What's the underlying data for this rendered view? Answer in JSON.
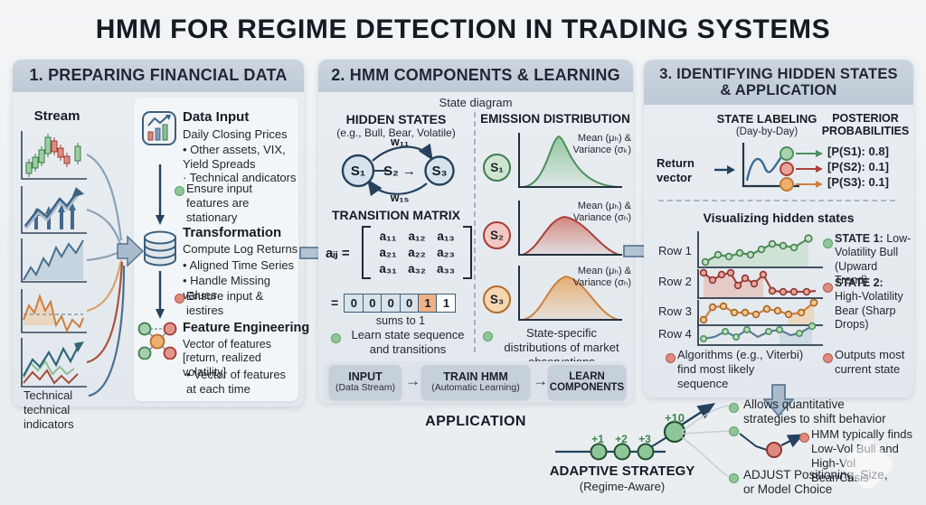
{
  "title": "HMM FOR REGIME DETECTION IN TRADING SYSTEMS",
  "colors": {
    "green": "#4c8f5c",
    "red": "#a8423a",
    "orange": "#cc8040",
    "navy": "#24425e",
    "header": "#c5cfda",
    "background": "#edf0f3"
  },
  "icons": {
    "panel1": [
      "candlestick-chart-icon",
      "arrow-growth-chart-icon",
      "line-chart-icon",
      "volatility-chart-icon",
      "multi-line-chart-icon",
      "bar-chart-icon",
      "database-icon",
      "network-nodes-icon"
    ],
    "flow": [
      "big-right-arrow",
      "down-arrow"
    ]
  },
  "panel1": {
    "header": "1. PREPARING FINANCIAL DATA",
    "stream_label": "Stream",
    "tech_label": "Technical technical indicators",
    "data_input": {
      "title": "Data Input",
      "line1": "Daily Closing Prices",
      "bullet1": "• Other assets, VIX, Yield Spreads",
      "bullet2": "· Technical andicators",
      "note": "Ensure input features are stationary"
    },
    "transformation": {
      "title": "Transformation",
      "line1": "Compute Log Returns",
      "bullet1": "• Aligned Time Series",
      "bullet2": "• Handle Missing values",
      "note": "Ensure input & iestires"
    },
    "feature_engineering": {
      "title": "Feature Engineering",
      "line1": "Vector of features [return, realized volatility]",
      "bullet1": "• Vector of features at each time"
    }
  },
  "panel2": {
    "header": "2. HMM COMPONENTS & LEARNING",
    "subtitle": "State diagram",
    "hidden_states": {
      "title": "HIDDEN STATES",
      "subtitle": "(e.g., Bull, Bear, Volatile)",
      "s1": "S₁",
      "s2": "S₂ →",
      "s3": "S₃",
      "w_top": "w₁₁",
      "w_bottom": "w₁₅"
    },
    "transition_matrix": {
      "title": "TRANSITION MATRIX",
      "lhs": "aᵢⱼ =",
      "cells": [
        "a₁₁",
        "a₁₂",
        "a₁₃",
        "a₂₁",
        "a₂₂",
        "a₂₃",
        "a₃₁",
        "a₃₂",
        "a₃₃"
      ],
      "equals": "=",
      "vector": [
        "0",
        "0",
        "0",
        "0",
        "1",
        "1"
      ],
      "vector_note": "sums to 1",
      "note": "Learn state sequence and transitions"
    },
    "emission": {
      "title": "EMISSION DISTRIBUTION",
      "states": [
        "S₁",
        "S₂",
        "S₃"
      ],
      "labels": [
        "Mean (μₕ) & Variance (σₖ)",
        "Mean (μₕ) & Variance (σₕ)",
        "Mean (μₕ) & Variance (σₕ)"
      ],
      "note": "State-specific distributions of market observations"
    },
    "pipeline": [
      {
        "title": "INPUT",
        "subtitle": "(Data Stream)"
      },
      {
        "title": "TRAIN HMM",
        "subtitle": "(Automatic Learning)"
      },
      {
        "title": "LEARN COMPONENTS",
        "subtitle": ""
      }
    ],
    "pipeline_arrow": "→",
    "application_label": "APPLICATION"
  },
  "panel3": {
    "header": "3. IDENTIFYING HIDDEN STATES & APPLICATION",
    "state_labeling_title": "STATE LABELING",
    "state_labeling_sub": "(Day-by-Day)",
    "posterior_title": "POSTERIOR PROBABILITIES",
    "return_vector_label": "Return vector",
    "posterior_items": [
      "[P(S1): 0.8]",
      "[P(S2): 0.1]",
      "[P(S3): 0.1]"
    ],
    "viz_title": "Visualizing hidden states",
    "rows": [
      "Row 1",
      "Row 2",
      "Row 3",
      "Row 4"
    ],
    "state1_prefix": "STATE 1:",
    "state1_text": " Low-Volatility Bull (Upward Trend)",
    "state2_prefix": "STATE 2:",
    "state2_text": " High-Volatility Bear (Sharp Drops)",
    "note1": "Algorithms (e.g., Viterbi) find most likely sequence",
    "note2": "Outputs most current state"
  },
  "adaptive": {
    "title": "ADAPTIVE STRATEGY",
    "subtitle": "(Regime-Aware)",
    "points": [
      "+1",
      "+2",
      "+3",
      "+10"
    ],
    "bullet1": "Allows quantitative strategies to shift behavior",
    "bullet2": "HMM typically finds Low-Vol Bull and High-Vol Bear/Crisis",
    "bullet3": "ADJUST Positioning, Size, or Model Choice"
  }
}
